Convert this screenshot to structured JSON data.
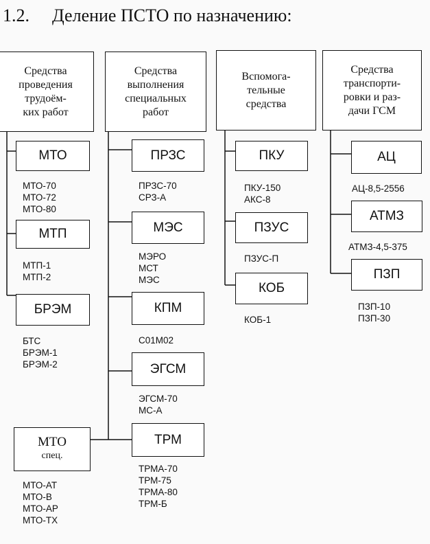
{
  "title": {
    "number": "1.2.",
    "text": "Деление ПСТО по назначению:"
  },
  "columns": [
    {
      "category": [
        "Средства",
        "проведения",
        "трудоём-",
        "ких работ"
      ],
      "items": [
        {
          "name": "МТО",
          "models": [
            "МТО-70",
            "МТО-72",
            "МТО-80"
          ]
        },
        {
          "name": "МТП",
          "models": [
            "МТП-1",
            "МТП-2"
          ]
        },
        {
          "name": "БРЭМ",
          "models": [
            "БТС",
            "БРЭМ-1",
            "БРЭМ-2"
          ]
        },
        {
          "name": "МТО",
          "name2": "спец.",
          "models": [
            "МТО-АТ",
            "МТО-В",
            "МТО-АР",
            "МТО-ТХ"
          ]
        }
      ]
    },
    {
      "category": [
        "Средства",
        "выполнения",
        "специальных",
        "работ"
      ],
      "items": [
        {
          "name": "ПРЗС",
          "models": [
            "ПРЗС-70",
            "СРЗ-А"
          ]
        },
        {
          "name": "МЭС",
          "models": [
            "МЭРО",
            "МСТ",
            "МЭС"
          ]
        },
        {
          "name": "КПМ",
          "models": [
            "С01М02"
          ]
        },
        {
          "name": "ЭГСМ",
          "models": [
            "ЭГСМ-70",
            "МС-А"
          ]
        },
        {
          "name": "ТРМ",
          "models": [
            "ТРМА-70",
            "ТРМ-75",
            "ТРМА-80",
            "ТРМ-Б"
          ]
        }
      ]
    },
    {
      "category": [
        "Вспомога-",
        "тельные",
        "средства"
      ],
      "items": [
        {
          "name": "ПКУ",
          "models": [
            "ПКУ-150",
            "АКС-8"
          ]
        },
        {
          "name": "ПЗУС",
          "models": [
            "ПЗУС-П"
          ]
        },
        {
          "name": "КОБ",
          "models": [
            "КОБ-1"
          ]
        }
      ]
    },
    {
      "category": [
        "Средства",
        "транспорти-",
        "ровки и раз-",
        "дачи ГСМ"
      ],
      "items": [
        {
          "name": "АЦ",
          "models": [
            "АЦ-8,5-2556"
          ]
        },
        {
          "name": "АТМЗ",
          "models": [
            "АТМЗ-4,5-375"
          ]
        },
        {
          "name": "ПЗП",
          "models": [
            "ПЗП-10",
            "ПЗП-30"
          ]
        }
      ]
    }
  ]
}
